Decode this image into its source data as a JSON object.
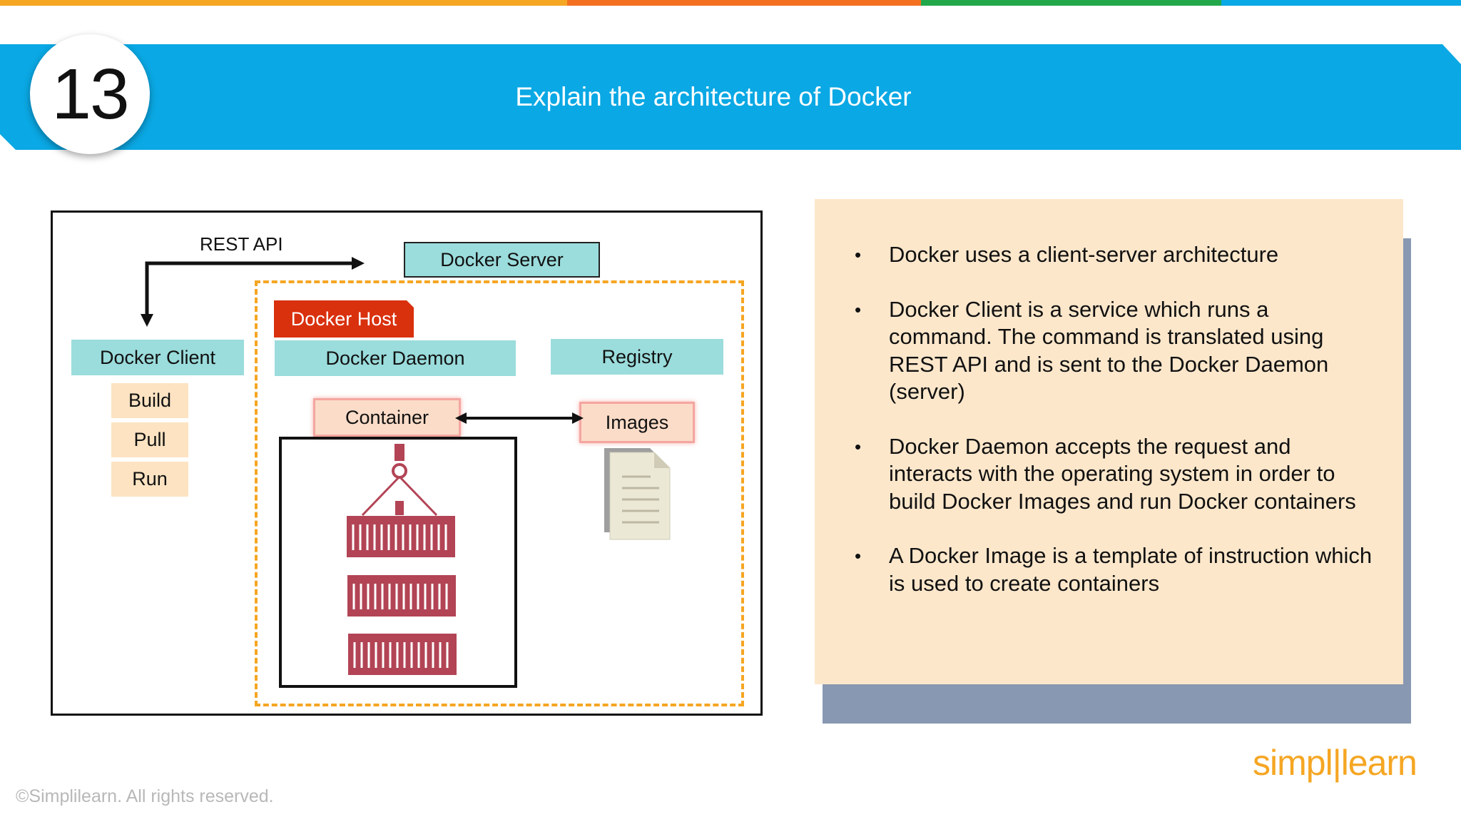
{
  "slide": {
    "number": "13",
    "title": "Explain the architecture of Docker",
    "strip_colors": [
      "#f5a623",
      "#f37021",
      "#22a84a",
      "#0aa8e4"
    ]
  },
  "diagram": {
    "rest_api_label": "REST API",
    "docker_server": "Docker Server",
    "docker_host": "Docker Host",
    "docker_client": "Docker Client",
    "client_commands": [
      "Build",
      "Pull",
      "Run"
    ],
    "docker_daemon": "Docker Daemon",
    "registry": "Registry",
    "container": "Container",
    "images": "Images",
    "icons": [
      "crane-containers-icon",
      "document-icon"
    ]
  },
  "panel": {
    "bullets": [
      "Docker uses a client-server architecture",
      "Docker Client is a service which runs a command. The command is translated using REST API and is sent to the Docker Daemon (server)",
      "Docker Daemon accepts the request and interacts with the operating system in order to build Docker Images and run Docker containers",
      "A Docker Image is a template of instruction which is used to create containers"
    ]
  },
  "footer": {
    "copyright": "©Simplilearn. All rights reserved.",
    "logo_left": "simpl",
    "logo_right": "learn"
  }
}
